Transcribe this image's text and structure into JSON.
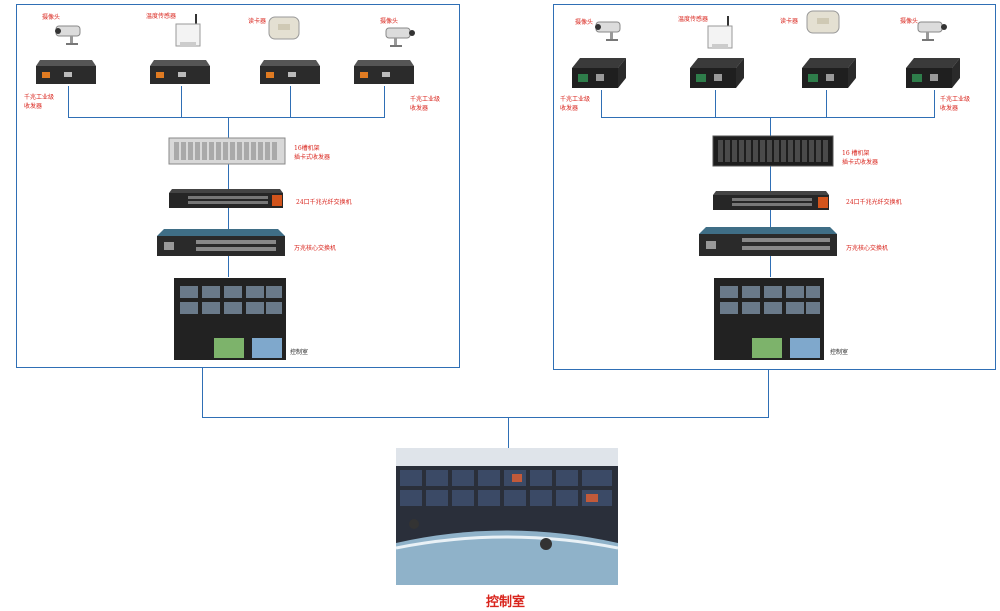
{
  "colors": {
    "line": "#2f6fb5",
    "label": "#d9241c"
  },
  "left": {
    "devices_top": [
      {
        "label": "摄像头",
        "icon": "camera-icon"
      },
      {
        "label": "温度传感器",
        "icon": "temperature-sensor-icon"
      },
      {
        "label": "读卡器",
        "icon": "card-reader-icon"
      },
      {
        "label": "摄像头",
        "icon": "camera-icon"
      }
    ],
    "transceiver_label_a": "千兆工业级",
    "transceiver_label_b": "收发器",
    "rack_label_a": "16槽机架",
    "rack_label_b": "插卡式收发器",
    "switch1_label": "24口千兆光纤交换机",
    "switch2_label": "万兆核心交换机",
    "room_label": "控制室"
  },
  "right": {
    "devices_top": [
      {
        "label": "摄像头",
        "icon": "camera-icon"
      },
      {
        "label": "温度传感器",
        "icon": "temperature-sensor-icon"
      },
      {
        "label": "读卡器",
        "icon": "card-reader-icon"
      },
      {
        "label": "摄像头",
        "icon": "camera-icon"
      }
    ],
    "transceiver_label_a": "千兆工业级",
    "transceiver_label_b": "收发器",
    "rack_label_a": "16 槽机架",
    "rack_label_b": "插卡式收发器",
    "switch1_label": "24口千兆光纤交换机",
    "switch2_label": "万兆核心交换机",
    "room_label": "控制室"
  },
  "main_room_label": "控制室"
}
